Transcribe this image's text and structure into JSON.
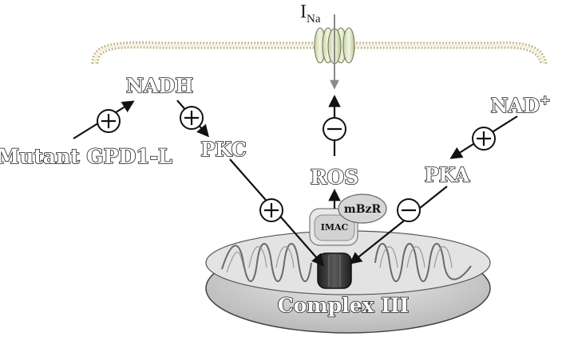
{
  "labels": {
    "ina_main": "I",
    "ina_sub": "Na",
    "nadh": "NADH",
    "mutant": "Mutant GPD1-L",
    "pkc": "PKC",
    "ros": "ROS",
    "nad_main": "NAD",
    "nad_sup": "+",
    "pka": "PKA",
    "mbzr": "mBzR",
    "imac": "IMAC",
    "complex": "Complex III"
  },
  "signs": {
    "plus": "+",
    "minus": "−"
  },
  "colors": {
    "membrane_dot": "#b8a878",
    "channel": "#dfe8c4",
    "mitochondrion": "#d0d0d0",
    "complex": "#3a3a3a",
    "ina_arrow": "#8a8a8a"
  }
}
